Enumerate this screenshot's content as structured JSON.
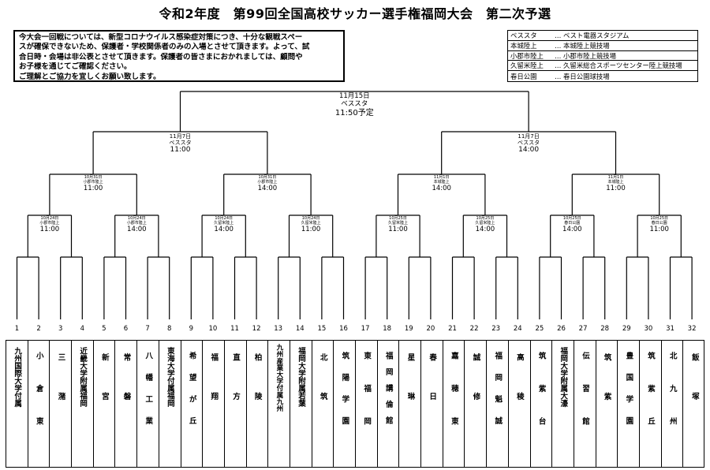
{
  "title": "令和2年度　第99回全国高校サッカー選手権福岡大会　第二次予選",
  "notice": [
    "今大会一回戦については、新型コロナウイルス感染症対策につき、十分な観戦スペー",
    "スが確保できないため、保護者・学校関係者のみの入場とさせて頂きます。よって、試",
    "合日時・会場は非公表とさせて頂きます。保護者の皆さまにおかれましては、顧問や",
    "お子様を通じてご確認ください。",
    "ご理解とご協力を宜しくお願い致します。"
  ],
  "legend": [
    {
      "abbr": "ベススタ",
      "full": "…  ベスト電器スタジアム"
    },
    {
      "abbr": "本城陸上",
      "full": "…  本城陸上競技場"
    },
    {
      "abbr": "小郡市陸上",
      "full": "…  小郡市陸上競技場"
    },
    {
      "abbr": "久留米陸上",
      "full": "…  久留米総合スポーツセンター陸上競技場"
    },
    {
      "abbr": "春日公園",
      "full": "…  春日公園球技場"
    }
  ],
  "teams": [
    {
      "seed": "1",
      "name": "九州国際大学付属"
    },
    {
      "seed": "2",
      "name": "小倉東"
    },
    {
      "seed": "3",
      "name": "三潴"
    },
    {
      "seed": "4",
      "name": "近畿大学附属福岡"
    },
    {
      "seed": "5",
      "name": "新宮"
    },
    {
      "seed": "6",
      "name": "常磐"
    },
    {
      "seed": "7",
      "name": "八幡工業"
    },
    {
      "seed": "8",
      "name": "東海大学付属福岡"
    },
    {
      "seed": "9",
      "name": "希望が丘"
    },
    {
      "seed": "10",
      "name": "福翔"
    },
    {
      "seed": "11",
      "name": "直方"
    },
    {
      "seed": "12",
      "name": "柏陵"
    },
    {
      "seed": "13",
      "name": "九州産業大学付属九州"
    },
    {
      "seed": "14",
      "name": "福岡大学附属若葉"
    },
    {
      "seed": "15",
      "name": "北筑"
    },
    {
      "seed": "16",
      "name": "筑陽学園"
    },
    {
      "seed": "17",
      "name": "東福岡"
    },
    {
      "seed": "18",
      "name": "福岡講倫館"
    },
    {
      "seed": "19",
      "name": "星琳"
    },
    {
      "seed": "20",
      "name": "春日"
    },
    {
      "seed": "21",
      "name": "嘉穂東"
    },
    {
      "seed": "22",
      "name": "誠修"
    },
    {
      "seed": "23",
      "name": "福岡魁誠"
    },
    {
      "seed": "24",
      "name": "高稜"
    },
    {
      "seed": "25",
      "name": "筑紫台"
    },
    {
      "seed": "26",
      "name": "福岡大学附属大濠"
    },
    {
      "seed": "27",
      "name": "伝習館"
    },
    {
      "seed": "28",
      "name": "筑紫"
    },
    {
      "seed": "29",
      "name": "豊国学園"
    },
    {
      "seed": "30",
      "name": "筑紫丘"
    },
    {
      "seed": "31",
      "name": "北九州"
    },
    {
      "seed": "32",
      "name": "飯塚"
    }
  ],
  "matches": {
    "qf": [
      {
        "date": "10月24日",
        "venue": "小郡市陸上",
        "time": "11:00"
      },
      {
        "date": "10月24日",
        "venue": "小郡市陸上",
        "time": "14:00"
      },
      {
        "date": "10月24日",
        "venue": "久留米陸上",
        "time": "14:00"
      },
      {
        "date": "10月24日",
        "venue": "久留米陸上",
        "time": "11:00"
      },
      {
        "date": "10月25日",
        "venue": "久留米陸上",
        "time": "11:00"
      },
      {
        "date": "10月25日",
        "venue": "久留米陸上",
        "time": "14:00"
      },
      {
        "date": "10月25日",
        "venue": "春日公園",
        "time": "14:00"
      },
      {
        "date": "10月25日",
        "venue": "春日公園",
        "time": "11:00"
      }
    ],
    "sf": [
      {
        "date": "10月31日",
        "venue": "小郡市陸上",
        "time": "11:00"
      },
      {
        "date": "10月31日",
        "venue": "小郡市陸上",
        "time": "14:00"
      },
      {
        "date": "11月1日",
        "venue": "本城陸上",
        "time": "14:00"
      },
      {
        "date": "11月1日",
        "venue": "本城陸上",
        "time": "11:00"
      }
    ],
    "semi": [
      {
        "date": "11月7日",
        "venue": "ベススタ",
        "time": "11:00"
      },
      {
        "date": "11月7日",
        "venue": "ベススタ",
        "time": "14:00"
      }
    ],
    "final": {
      "date": "11月15日",
      "venue": "ベススタ",
      "time": "11:50予定"
    }
  }
}
